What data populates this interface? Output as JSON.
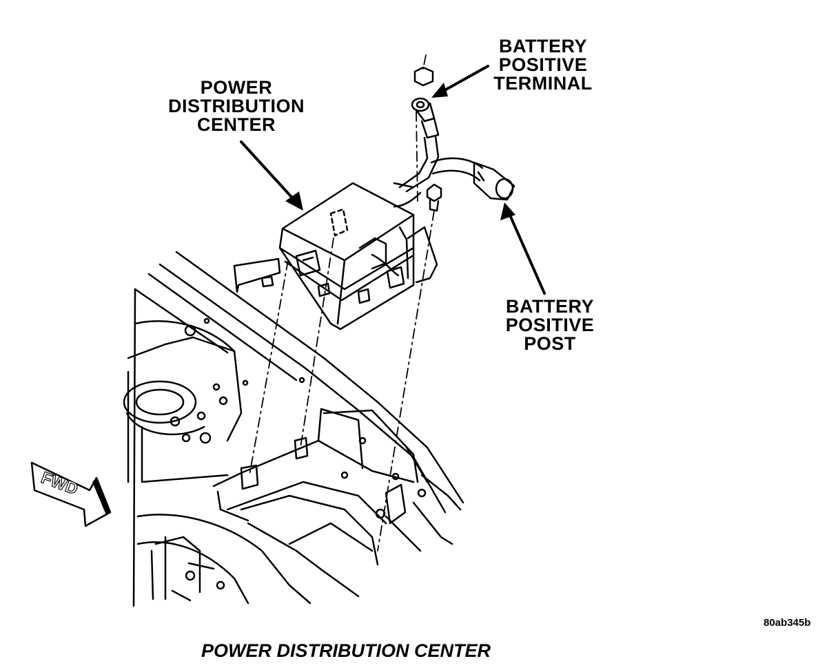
{
  "callouts": {
    "power_distribution_center": [
      "POWER",
      "DISTRIBUTION",
      "CENTER"
    ],
    "battery_positive_terminal": [
      "BATTERY",
      "POSITIVE",
      "TERMINAL"
    ],
    "battery_positive_post": [
      "BATTERY",
      "POSITIVE",
      "POST"
    ]
  },
  "fwd_arrow_label": "FWD",
  "figure_id": "80ab345b",
  "caption": "POWER DISTRIBUTION CENTER",
  "colors": {
    "ink": "#000000",
    "paper": "#ffffff"
  }
}
